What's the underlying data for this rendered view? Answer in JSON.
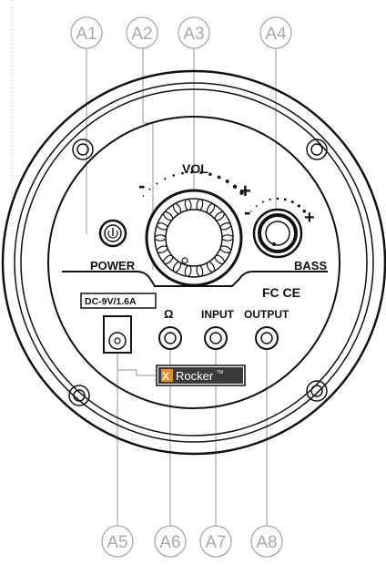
{
  "callouts": {
    "a1": "A1",
    "a2": "A2",
    "a3": "A3",
    "a4": "A4",
    "a5": "A5",
    "a6": "A6",
    "a7": "A7",
    "a8": "A8"
  },
  "panel": {
    "vol_label": "VOL",
    "vol_minus": "-",
    "vol_plus": "+",
    "power_label": "POWER",
    "bass_label": "BASS",
    "bass_minus": "-",
    "bass_plus": "+",
    "cert_label": "FC CE",
    "dc_label": "DC-9V/1.6A",
    "headphone_glyph": "Ω",
    "input_label": "INPUT",
    "output_label": "OUTPUT",
    "brand_logo": "X",
    "brand_name": "Rocker",
    "brand_tm": "TM"
  },
  "colors": {
    "callout_gray": "#a9a9a9",
    "line_dark": "#111111",
    "brand_orange": "#f08a1c",
    "brand_plate": "#3a3a3a"
  }
}
